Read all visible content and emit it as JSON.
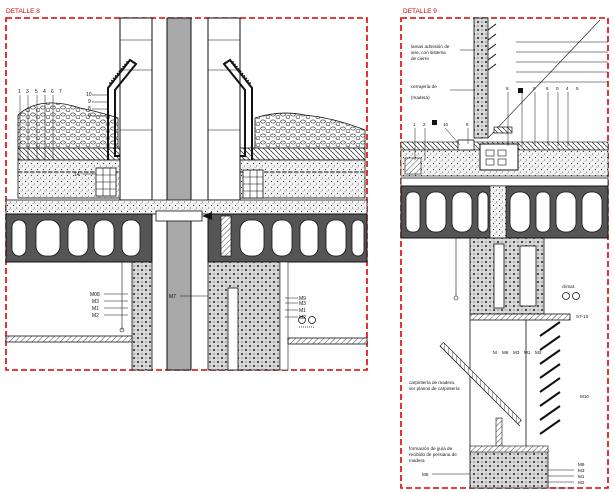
{
  "details": {
    "left_title": "DETALLE 8",
    "right_title": "DETALLE 9"
  },
  "left_labels": {
    "n1": "1",
    "n3": "3",
    "n5": "5",
    "n4": "4",
    "n6": "6",
    "n7": "7",
    "n10": "10",
    "n9": "9",
    "n8": "8",
    "n6b": "6",
    "n14": "14",
    "m08": "M08",
    "m3": "M3",
    "m1": "M1",
    "m2": "M2",
    "m7": "M7",
    "m9": "M9",
    "m3r": "M3",
    "m1r": "M1",
    "m2r": "M2"
  },
  "right_labels": {
    "lamas": "lamas admisión de",
    "lamas2": "aire, con sistema",
    "lamas3": "de cierre",
    "cerr": "cerrajería de",
    "cerr2": "(madera)",
    "n1": "1",
    "n2": "2",
    "n10": "10",
    "n6": "6",
    "n8": "8",
    "n9": "9",
    "n6b": "6",
    "n0": "0",
    "n4": "4",
    "n5": "5",
    "climat": "climat.",
    "s10": "S7-10",
    "m": "M",
    "m6": "M6",
    "m3": "M3",
    "m1": "M1",
    "m2": "M2",
    "m10": "M10",
    "carp": "carpintería de madera.",
    "carp2": "ver planos de carpintería",
    "form": "formación de guía de",
    "form2": "recibido de persiana de",
    "form3": "madera",
    "bm9": "M9",
    "bm3": "M3",
    "bm1": "M1",
    "bm2": "M2",
    "bm5": "M5"
  }
}
